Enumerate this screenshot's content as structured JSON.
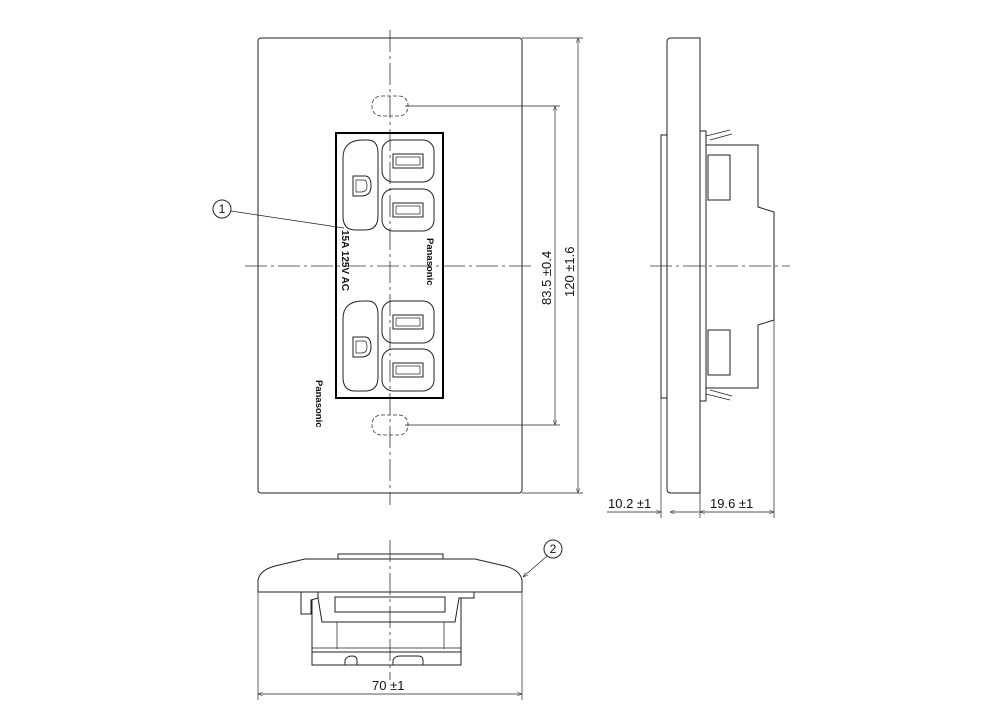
{
  "front_view": {
    "rating_label": "15A 125V AC",
    "brand_on_outlet": "Panasonic",
    "brand_on_plate": "Panasonic",
    "callout_1": "1",
    "dim_screw_pitch": "83.5 ±0.4",
    "dim_height": "120 ±1.6"
  },
  "side_view": {
    "dim_plate_depth": "10.2 ±1",
    "dim_body_depth": "19.6 ±1"
  },
  "bottom_view": {
    "callout_2": "2",
    "dim_width": "70 ±1"
  }
}
